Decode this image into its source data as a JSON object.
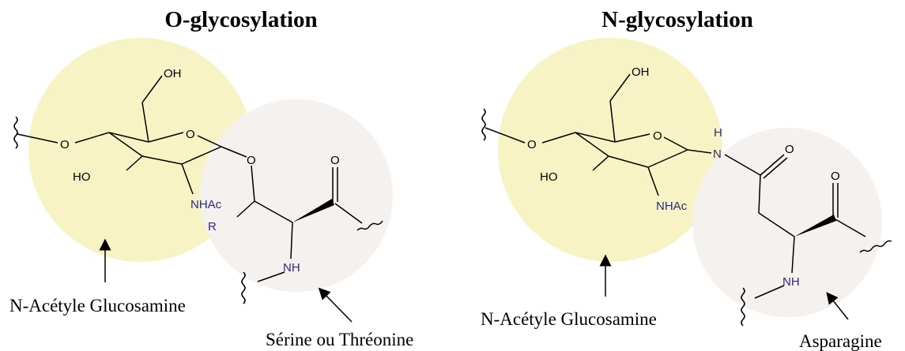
{
  "diagram": {
    "colors": {
      "sugar_circle": "#f7f3c4",
      "amino_circle": "#f4f1ef",
      "bond": "#000000"
    },
    "panels": [
      {
        "id": "o",
        "title": "O-glycosylation",
        "labels": {
          "oh": "OH",
          "o_left": "O",
          "ho": "HO",
          "o_ring": "O",
          "o_link": "O",
          "o_carbonyl": "O",
          "nhac": "NHAc",
          "r": "R",
          "nh": "NH"
        },
        "captions": {
          "sugar": "N-Acétyle Glucosamine",
          "amino": "Sérine ou Thréonine"
        }
      },
      {
        "id": "n",
        "title": "N-glycosylation",
        "labels": {
          "oh": "OH",
          "o_left": "O",
          "ho": "HO",
          "o_ring": "O",
          "n_link": "N",
          "h_link": "H",
          "o_amide": "O",
          "o_carbonyl": "O",
          "nhac": "NHAc",
          "nh": "NH"
        },
        "captions": {
          "sugar": "N-Acétyle Glucosamine",
          "amino": "Asparagine"
        }
      }
    ]
  }
}
